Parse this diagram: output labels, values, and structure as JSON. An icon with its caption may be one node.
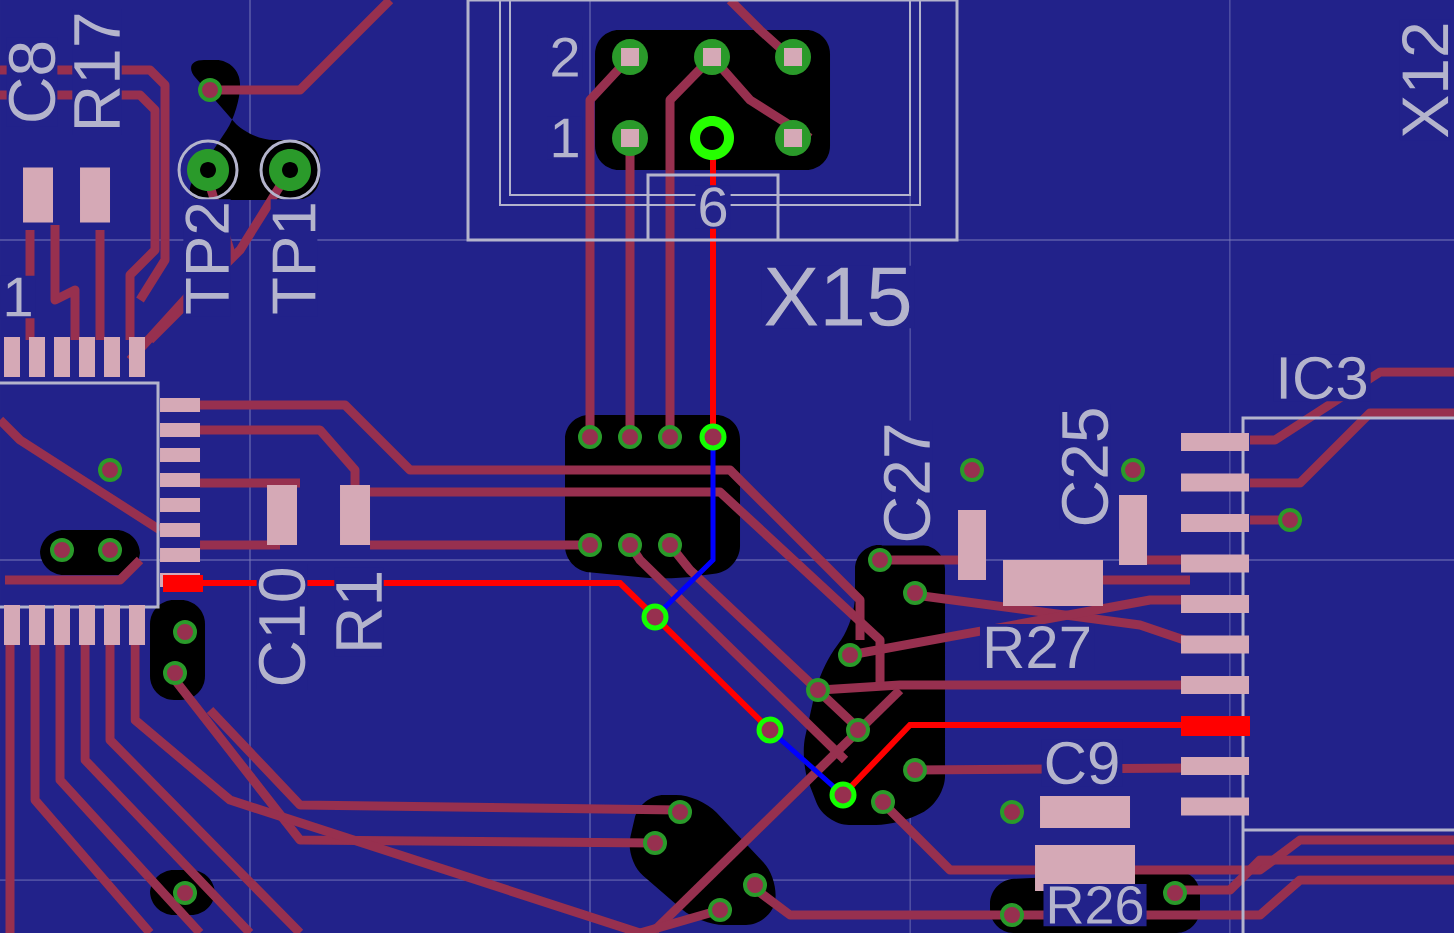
{
  "diagram": {
    "labels": [
      "C8",
      "R17",
      "2",
      "X12",
      "1",
      "TP2",
      "TP1",
      "6",
      "1",
      "X15",
      "IC3",
      "C25",
      "C27",
      "C10",
      "R1",
      "R27",
      "C9",
      "R26"
    ]
  }
}
